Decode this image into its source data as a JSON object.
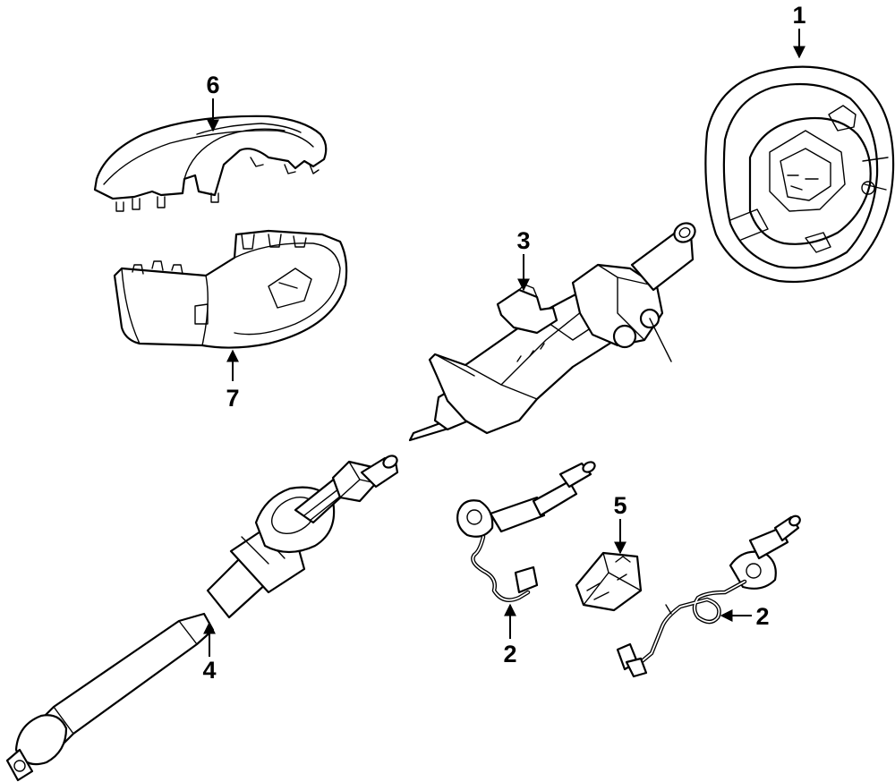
{
  "diagram": {
    "callouts": [
      {
        "id": "c1",
        "label": "1"
      },
      {
        "id": "c2a",
        "label": "2"
      },
      {
        "id": "c2b",
        "label": "2"
      },
      {
        "id": "c3",
        "label": "3"
      },
      {
        "id": "c4",
        "label": "4"
      },
      {
        "id": "c5",
        "label": "5"
      },
      {
        "id": "c6",
        "label": "6"
      },
      {
        "id": "c7",
        "label": "7"
      }
    ]
  }
}
